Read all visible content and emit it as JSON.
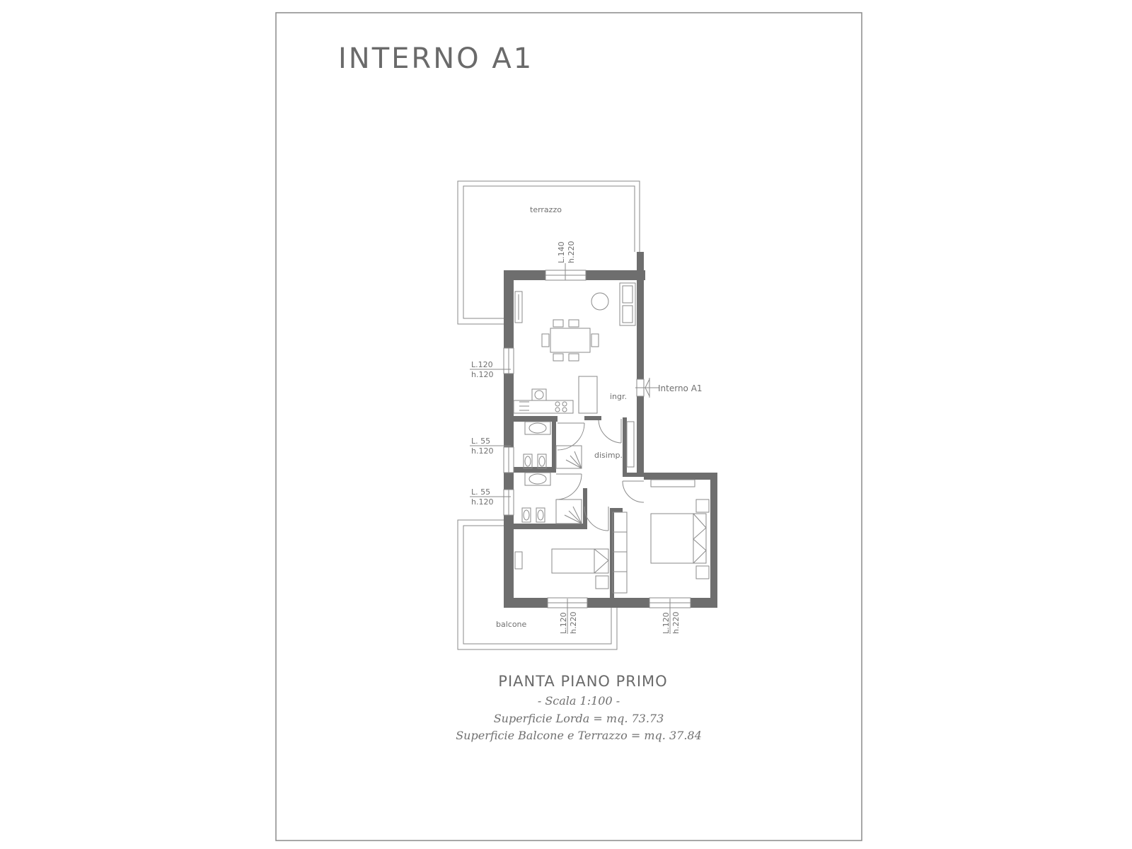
{
  "title": "INTERNO A1",
  "rooms": {
    "terrazzo": "terrazzo",
    "balcone": "balcone",
    "ingresso": "ingr.",
    "disimpegno": "disimp."
  },
  "entrance_label": "Interno A1",
  "windows": {
    "top": {
      "width": "L.140",
      "height": "h.220"
    },
    "left_living": {
      "width": "L.120",
      "height": "h.120"
    },
    "left_bath1": {
      "width": "L. 55",
      "height": "h.120"
    },
    "left_bath2": {
      "width": "L. 55",
      "height": "h.120"
    },
    "bottom_room1": {
      "width": "L.120",
      "height": "h.220"
    },
    "bottom_room2": {
      "width": "L.120",
      "height": "h.220"
    }
  },
  "footer": {
    "plan_title": "PIANTA PIANO PRIMO",
    "scale": "- Scala 1:100 -",
    "gross_area": "Superficie Lorda = mq. 73.73",
    "balcony_area": "Superficie Balcone e Terrazzo = mq. 37.84"
  },
  "colors": {
    "wall": "#6e6e6e",
    "line": "#8a8a8a",
    "text": "#707070"
  }
}
